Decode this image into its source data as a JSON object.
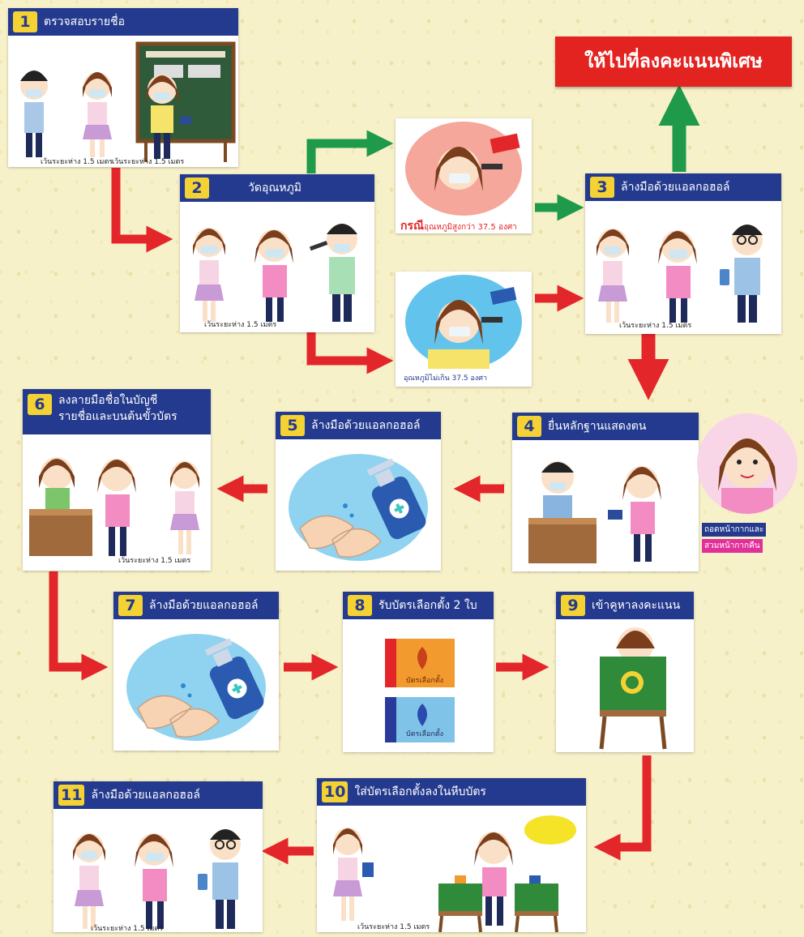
{
  "special_box": {
    "label": "ให้ไปที่ลงคะแนนพิเศษ"
  },
  "steps": [
    {
      "num": "1",
      "label": "ตรวจสอบรายชื่อ"
    },
    {
      "num": "2",
      "label": "วัดอุณหภูมิ"
    },
    {
      "num": "3",
      "label": "ล้างมือด้วยแอลกอฮอล์"
    },
    {
      "num": "4",
      "label": "ยื่นหลักฐานแสดงตน"
    },
    {
      "num": "5",
      "label": "ล้างมือด้วยแอลกอฮอล์"
    },
    {
      "num": "6",
      "label": "ลงลายมือชื่อในบัญชี\nรายชื่อและบนต้นขั้วบัตร"
    },
    {
      "num": "7",
      "label": "ล้างมือด้วยแอลกอฮอล์"
    },
    {
      "num": "8",
      "label": "รับบัตรเลือกตั้ง 2 ใบ"
    },
    {
      "num": "9",
      "label": "เข้าคูหาลงคะแนน"
    },
    {
      "num": "10",
      "label": "ใส่บัตรเลือกตั้งลงในหีบบัตร"
    },
    {
      "num": "11",
      "label": "ล้างมือด้วยแอลกอฮอล์"
    }
  ],
  "captions": {
    "distance": "เว้นระยะห่าง 1.5 เมตร",
    "temp_high_prefix": "กรณี",
    "temp_high": "อุณหภูมิสูงกว่า 37.5 องศา",
    "temp_normal": "อุณหภูมิไม่เกิน 37.5 องศา",
    "mask_line1": "ถอดหน้ากากและ",
    "mask_line2": "สวมหน้ากากคืน",
    "ballot_card": "บัตรเลือกตั้ง"
  },
  "colors": {
    "background": "#f7f1c9",
    "header": "#243a8e",
    "number_badge": "#f4d234",
    "red_arrow": "#e3262a",
    "green_arrow": "#1f9a4a",
    "special": "#e32320"
  }
}
